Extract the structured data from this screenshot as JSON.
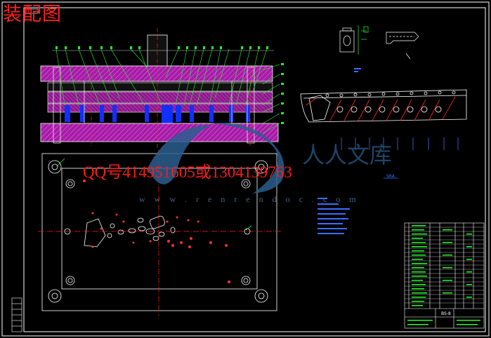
{
  "drawing": {
    "title": "装配图",
    "watermark_contact": "QQ号414951605或1304139763",
    "watermark_url": "w w w . r e n r e n d o c . c o m",
    "watermark_brand": "人人文库",
    "plan_view_label": "SRA",
    "parts_table_label": "BS-8"
  },
  "colors": {
    "background": "#000000",
    "frame": "#ffffff",
    "section_fill": "#b020b0",
    "insert_fill": "#1030ff",
    "centerline": "#ff2020",
    "leaders": "#20ff20",
    "watermark_blue": "#3a6ea5",
    "watermark_red": "#ff1a1a"
  }
}
